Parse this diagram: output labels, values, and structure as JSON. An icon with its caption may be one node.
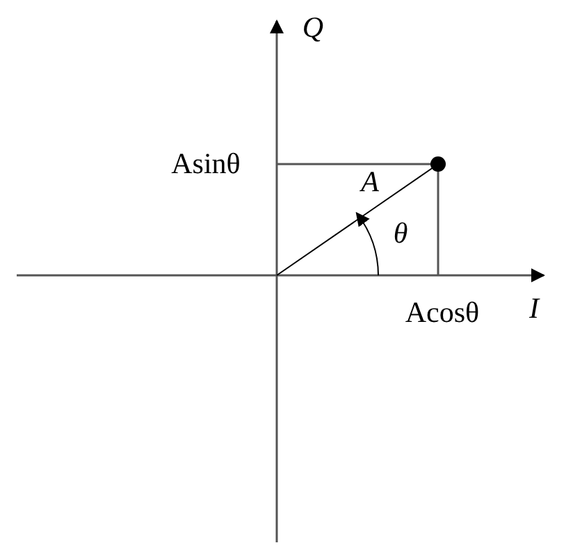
{
  "diagram": {
    "labels": [
      "Q",
      "Asinθ",
      "A",
      "θ",
      "Acosθ",
      "I"
    ]
  }
}
